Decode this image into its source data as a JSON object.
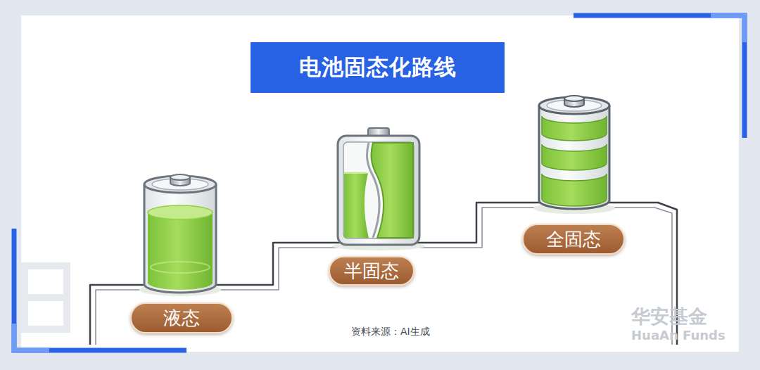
{
  "diagram": {
    "title": "电池固态化路线",
    "nodes": [
      {
        "text": [
          "液态"
        ]
      },
      {
        "text": [
          "半固态"
        ]
      },
      {
        "text": [
          "全固态"
        ]
      }
    ],
    "labels": [
      "资料来源：AI生成",
      "华安基金",
      "HuaAn Funds"
    ]
  }
}
